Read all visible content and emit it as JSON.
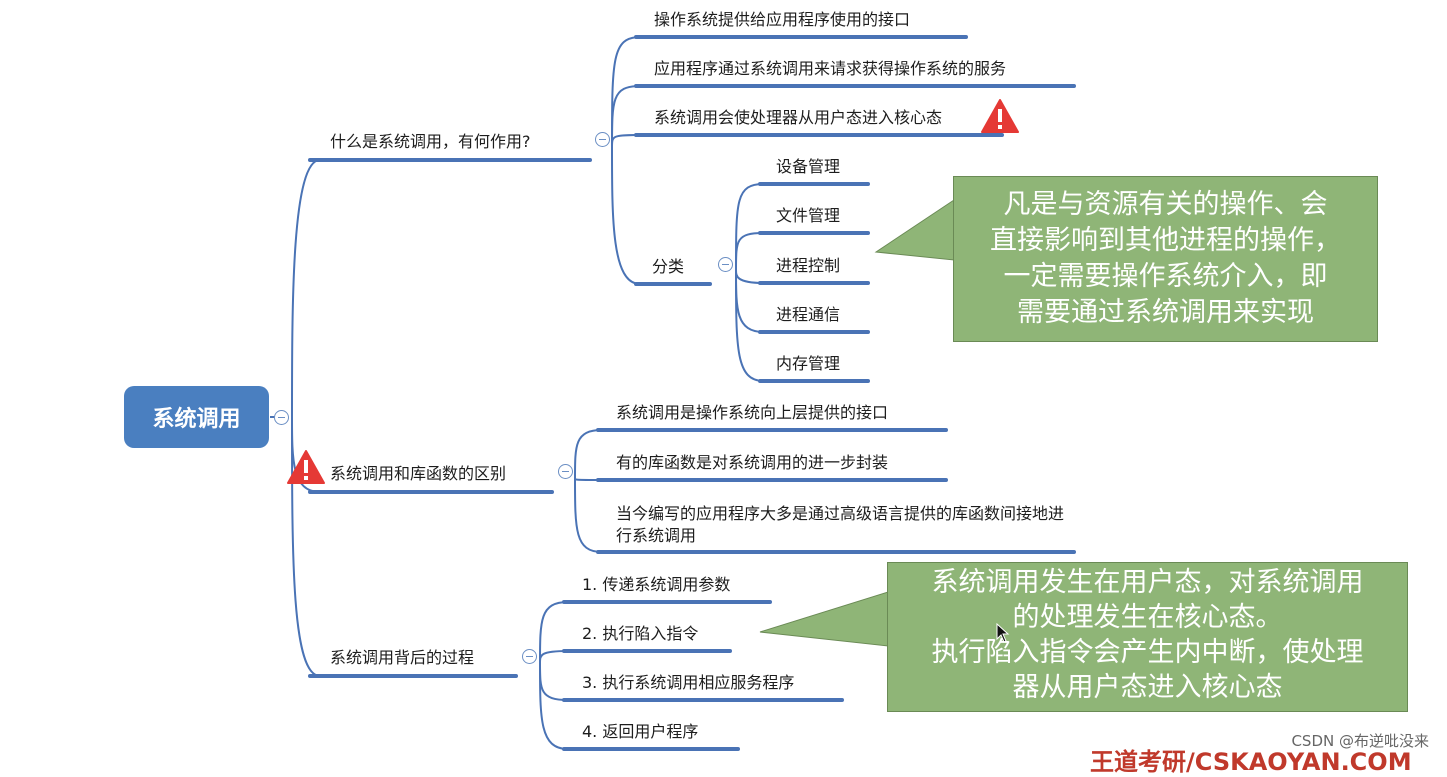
{
  "root": "系统调用",
  "branches": [
    {
      "label": "什么是系统调用，有何作用?",
      "children": [
        "操作系统提供给应用程序使用的接口",
        "应用程序通过系统调用来请求获得操作系统的服务",
        "系统调用会使处理器从用户态进入核心态"
      ],
      "group": {
        "label": "分类",
        "children": [
          "设备管理",
          "文件管理",
          "进程控制",
          "进程通信",
          "内存管理"
        ]
      }
    },
    {
      "label": "系统调用和库函数的区别",
      "children": [
        "系统调用是操作系统向上层提供的接口",
        "有的库函数是对系统调用的进一步封装",
        "当今编写的应用程序大多是通过高级语言提供的库函数间接地进行系统调用"
      ]
    },
    {
      "label": "系统调用背后的过程",
      "children": [
        "1. 传递系统调用参数",
        "2. 执行陷入指令",
        "3. 执行系统调用相应服务程序",
        "4. 返回用户程序"
      ]
    }
  ],
  "notes": [
    {
      "lines": [
        "凡是与资源有关的操作、会",
        "直接影响到其他进程的操作，",
        "一定需要操作系统介入，即",
        "需要通过系统调用来实现"
      ]
    },
    {
      "lines": [
        "系统调用发生在用户态，对系统调用",
        "的处理发生在核心态。",
        "执行陷入指令会产生内中断，使处理",
        "器从用户态进入核心态"
      ]
    }
  ],
  "watermark": "CSDN @布逆吡没来",
  "brand": "王道考研/CSKAOYAN.COM",
  "colors": {
    "root": "#4a7fc0",
    "line": "#4a73b5",
    "note": "#8fb577",
    "warning": "#e53935"
  }
}
